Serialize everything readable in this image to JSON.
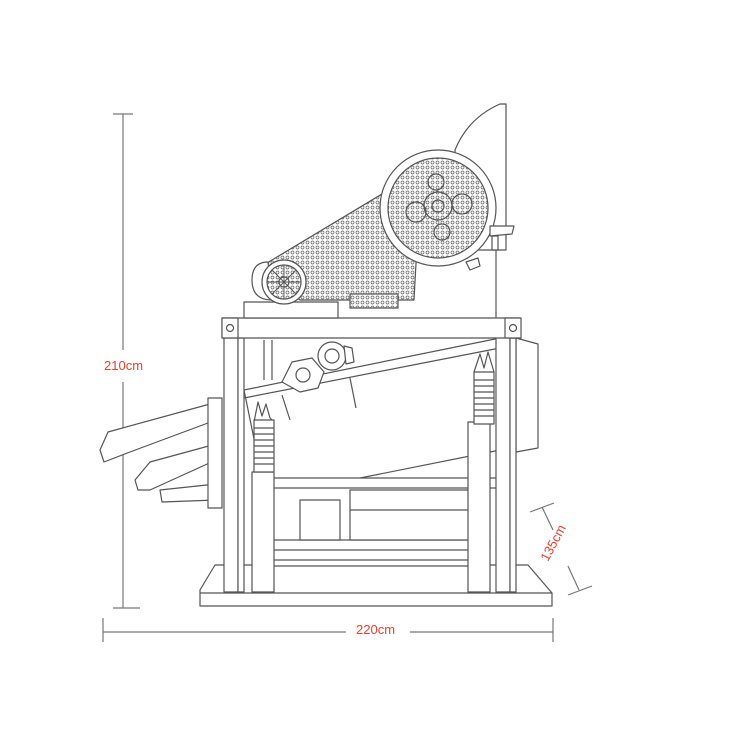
{
  "figure": {
    "type": "technical line drawing",
    "subject": "trommel / vibrating screen machine with motor, belt guard and drum",
    "line_color": "#555555",
    "dimension_line_color": "#777777",
    "label_color": "#e8412c"
  },
  "dimensions": {
    "height": {
      "label": "210cm",
      "orientation": "vertical"
    },
    "width": {
      "label": "220cm",
      "orientation": "horizontal"
    },
    "depth": {
      "label": "135cm",
      "orientation": "diagonal"
    }
  }
}
